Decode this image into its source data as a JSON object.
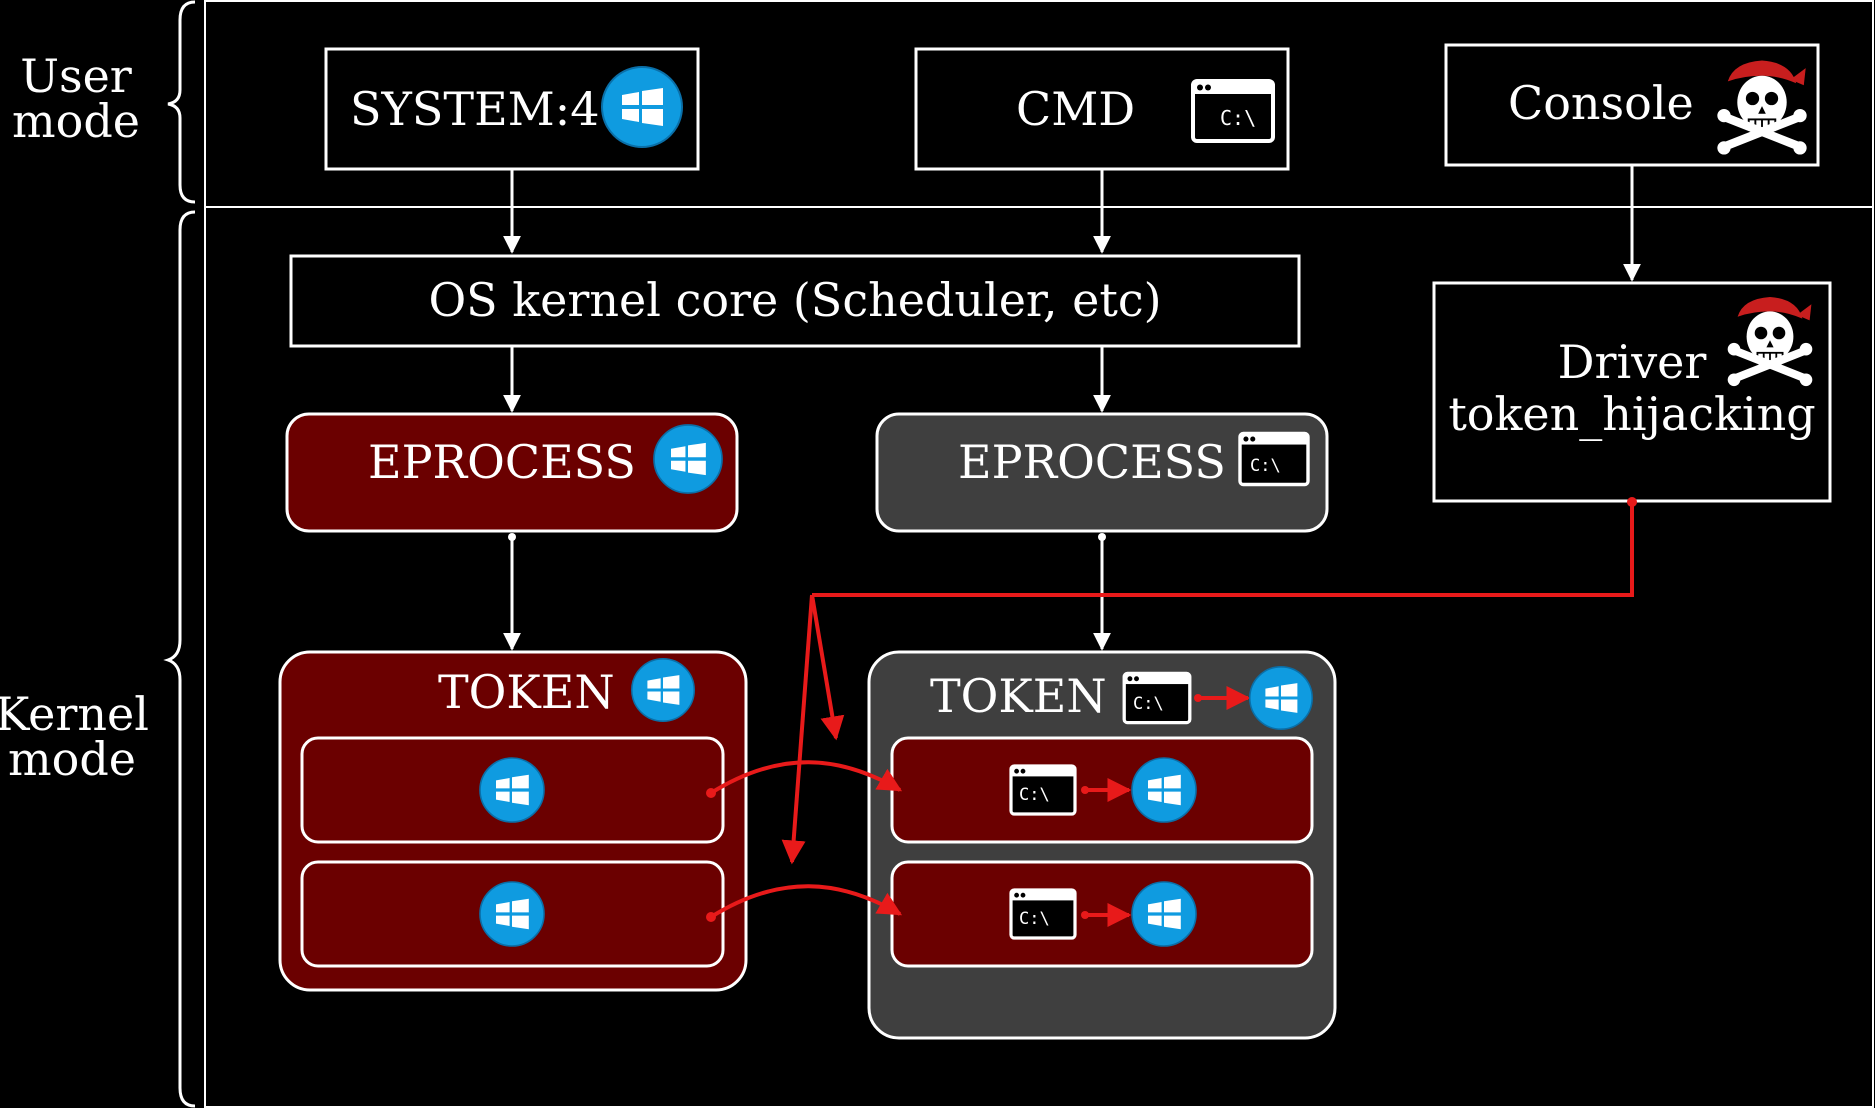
{
  "side_labels": {
    "user_line1": "User",
    "user_line2": "mode",
    "kernel_line1": "Kernel",
    "kernel_line2": "mode"
  },
  "user_boxes": {
    "system": "SYSTEM:4",
    "cmd": "CMD",
    "console": "Console"
  },
  "kernel_core": "OS kernel core (Scheduler, etc)",
  "driver": {
    "line1": "Driver",
    "line2": "token_hijacking"
  },
  "eprocess": {
    "system": "EPROCESS",
    "cmd": "EPROCESS"
  },
  "token": {
    "system": "TOKEN",
    "cmd": "TOKEN"
  },
  "cmd_icon_text": "C:\\",
  "colors": {
    "background": "#000000",
    "system_fill": "#6b0000",
    "cmd_fill": "#3f3f3f",
    "hijack_arrow": "#e81a1a",
    "windows_blue": "#0f9be0",
    "pirate_red": "#c81e1e"
  },
  "icons": {
    "windows": "windows-logo-icon",
    "cmd": "command-prompt-icon",
    "pirate": "pirate-skull-icon"
  }
}
